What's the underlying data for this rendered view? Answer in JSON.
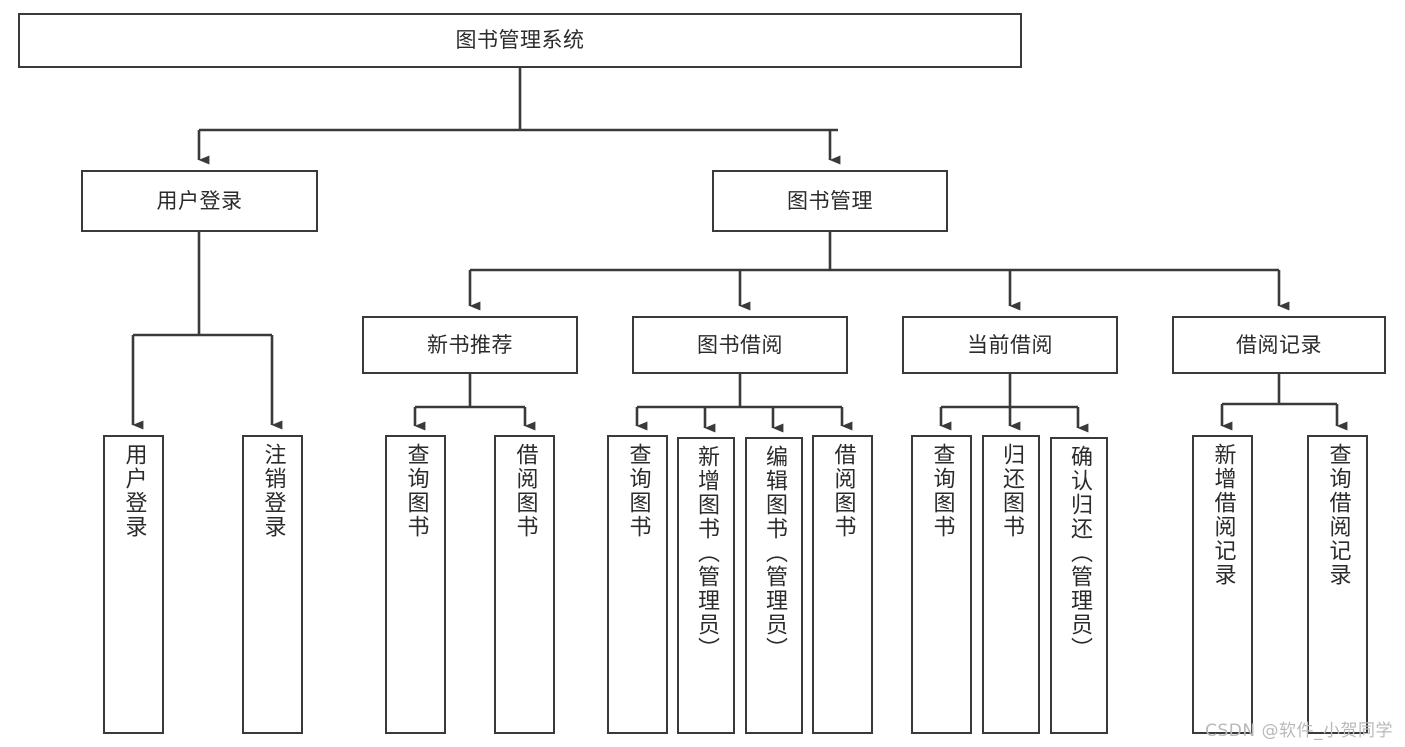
{
  "diagram": {
    "title": "图书管理系统",
    "type": "tree-hierarchy",
    "watermark": "CSDN @软件_小贺同学",
    "colors": {
      "box_border": "#3a3a3a",
      "box_fill": "#ffffff",
      "connector": "#3a3a3a",
      "text": "#2b2b2b",
      "watermark": "#b9b9b9",
      "background": "#ffffff"
    },
    "levels": {
      "root": {
        "label": "图书管理系统"
      },
      "level2": [
        {
          "label": "用户登录"
        },
        {
          "label": "图书管理"
        }
      ],
      "level3": [
        {
          "label": "新书推荐"
        },
        {
          "label": "图书借阅"
        },
        {
          "label": "当前借阅"
        },
        {
          "label": "借阅记录"
        }
      ],
      "leaves": {
        "user_login": [
          {
            "label": "用户登录"
          },
          {
            "label": "注销登录"
          }
        ],
        "new_book_recommend": [
          {
            "label": "查询图书"
          },
          {
            "label": "借阅图书"
          }
        ],
        "book_borrow": [
          {
            "label": "查询图书"
          },
          {
            "label": "新增图书（管理员）"
          },
          {
            "label": "编辑图书（管理员）"
          },
          {
            "label": "借阅图书"
          }
        ],
        "current_borrow": [
          {
            "label": "查询图书"
          },
          {
            "label": "归还图书"
          },
          {
            "label": "确认归还（管理员）"
          }
        ],
        "borrow_records": [
          {
            "label": "新增借阅记录"
          },
          {
            "label": "查询借阅记录"
          }
        ]
      }
    }
  }
}
